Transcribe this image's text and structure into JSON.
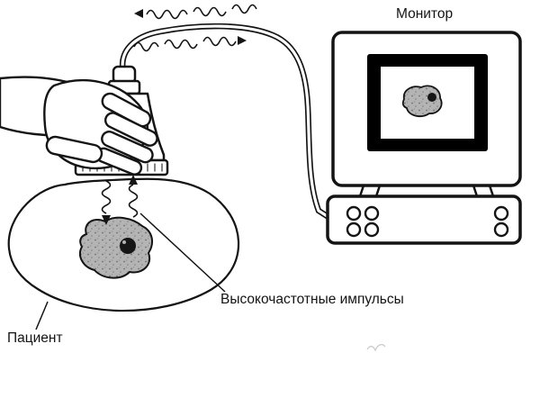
{
  "diagram": {
    "type": "ultrasound-imaging-schematic",
    "labels": {
      "monitor": "Монитор",
      "pulses": "Высокочастотные импульсы",
      "patient": "Пациент"
    },
    "colors": {
      "ink": "#141414",
      "organ_fill": "#b4b4b4",
      "organ_spot": "#161616",
      "screen_bezel": "#000000",
      "background": "#ffffff"
    }
  }
}
